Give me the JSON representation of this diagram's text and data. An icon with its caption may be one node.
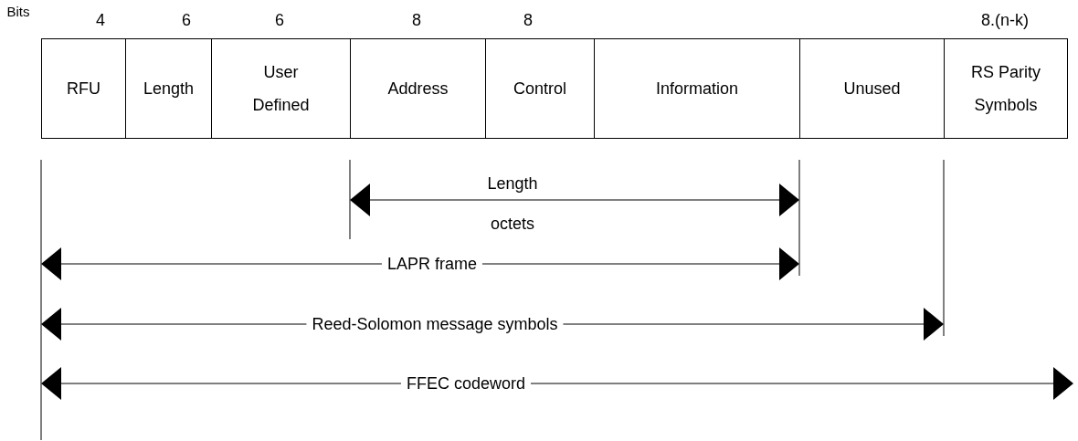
{
  "diagram": {
    "nodes": [
      {
        "text": [
          "RFU"
        ]
      },
      {
        "text": [
          "Length"
        ]
      },
      {
        "text": [
          "User Defined"
        ]
      },
      {
        "text": [
          "Address"
        ]
      },
      {
        "text": [
          "Control"
        ]
      },
      {
        "text": [
          "Information"
        ]
      },
      {
        "text": [
          "Unused"
        ]
      },
      {
        "text": [
          "RS Parity Symbols"
        ]
      }
    ],
    "labels": [
      "Bits",
      "4",
      "6",
      "6",
      "8",
      "8",
      "8.(n-k)",
      "Length",
      "octets",
      "LAPR frame",
      "Reed-Solomon message symbols",
      "FFEC codeword"
    ]
  }
}
